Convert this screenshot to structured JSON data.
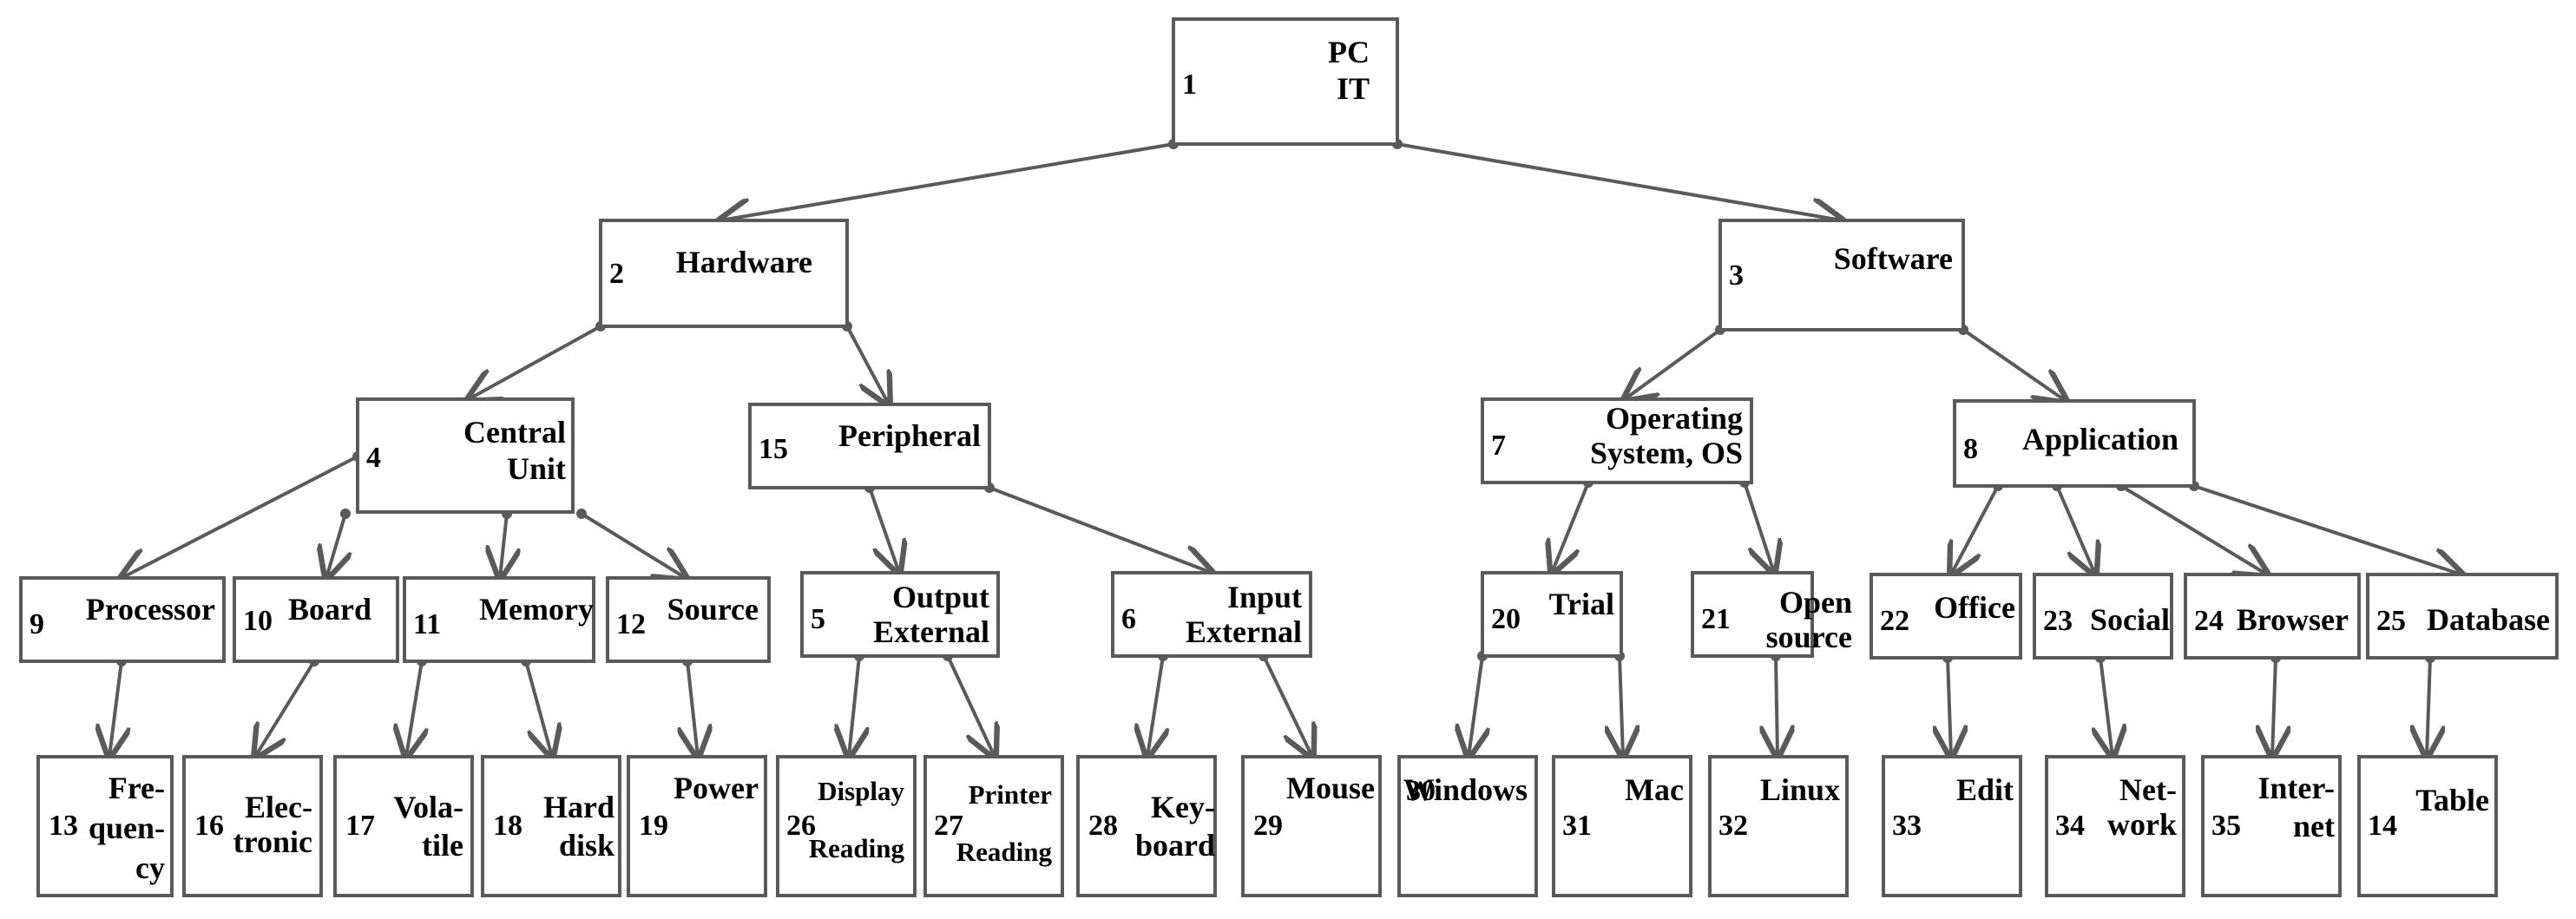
{
  "nodes": [
    {
      "id": "1",
      "label": [
        "PC",
        "IT"
      ]
    },
    {
      "id": "2",
      "label": [
        "Hardware"
      ]
    },
    {
      "id": "3",
      "label": [
        "Software"
      ]
    },
    {
      "id": "4",
      "label": [
        "Central",
        "Unit"
      ]
    },
    {
      "id": "15",
      "label": [
        "Peripheral"
      ]
    },
    {
      "id": "7",
      "label": [
        "Operating",
        "System, OS"
      ]
    },
    {
      "id": "8",
      "label": [
        "Application"
      ]
    },
    {
      "id": "9",
      "label": [
        "Processor"
      ]
    },
    {
      "id": "10",
      "label": [
        "Board"
      ]
    },
    {
      "id": "11",
      "label": [
        "Memory"
      ]
    },
    {
      "id": "12",
      "label": [
        "Source"
      ]
    },
    {
      "id": "5",
      "label": [
        "Output",
        "External"
      ]
    },
    {
      "id": "6",
      "label": [
        "Input",
        "External"
      ]
    },
    {
      "id": "20",
      "label": [
        "Trial"
      ]
    },
    {
      "id": "21",
      "label": [
        "Open",
        "source"
      ]
    },
    {
      "id": "22",
      "label": [
        "Office"
      ]
    },
    {
      "id": "23",
      "label": [
        "Social"
      ]
    },
    {
      "id": "24",
      "label": [
        "Browser"
      ]
    },
    {
      "id": "25",
      "label": [
        "Database"
      ]
    },
    {
      "id": "13",
      "label": [
        "Fre-",
        "quen-",
        "cy"
      ]
    },
    {
      "id": "16",
      "label": [
        "Elec-",
        "tronic"
      ]
    },
    {
      "id": "17",
      "label": [
        "Vola-",
        "tile"
      ]
    },
    {
      "id": "18",
      "label": [
        "Hard",
        "disk"
      ]
    },
    {
      "id": "19",
      "label": [
        "Power"
      ]
    },
    {
      "id": "26",
      "label": [
        "Display",
        "Reading"
      ]
    },
    {
      "id": "27",
      "label": [
        "Printer",
        "Reading"
      ]
    },
    {
      "id": "28",
      "label": [
        "Key-",
        "board"
      ]
    },
    {
      "id": "29",
      "label": [
        "Mouse"
      ]
    },
    {
      "id": "30",
      "label": [
        "Windows"
      ]
    },
    {
      "id": "31",
      "label": [
        "Mac"
      ]
    },
    {
      "id": "32",
      "label": [
        "Linux"
      ]
    },
    {
      "id": "33",
      "label": [
        "Edit"
      ]
    },
    {
      "id": "34",
      "label": [
        "Net-",
        "work"
      ]
    },
    {
      "id": "35",
      "label": [
        "Inter-",
        "net"
      ]
    },
    {
      "id": "14",
      "label": [
        "Table"
      ]
    }
  ],
  "edges": [
    [
      "1",
      "2"
    ],
    [
      "1",
      "3"
    ],
    [
      "2",
      "4"
    ],
    [
      "2",
      "15"
    ],
    [
      "3",
      "7"
    ],
    [
      "3",
      "8"
    ],
    [
      "4",
      "9"
    ],
    [
      "4",
      "10"
    ],
    [
      "4",
      "11"
    ],
    [
      "4",
      "12"
    ],
    [
      "15",
      "5"
    ],
    [
      "15",
      "6"
    ],
    [
      "7",
      "20"
    ],
    [
      "7",
      "21"
    ],
    [
      "8",
      "22"
    ],
    [
      "8",
      "23"
    ],
    [
      "8",
      "24"
    ],
    [
      "8",
      "25"
    ],
    [
      "9",
      "13"
    ],
    [
      "10",
      "16"
    ],
    [
      "11",
      "17"
    ],
    [
      "11",
      "18"
    ],
    [
      "12",
      "19"
    ],
    [
      "5",
      "26"
    ],
    [
      "5",
      "27"
    ],
    [
      "6",
      "28"
    ],
    [
      "6",
      "29"
    ],
    [
      "20",
      "30"
    ],
    [
      "20",
      "31"
    ],
    [
      "21",
      "32"
    ],
    [
      "22",
      "33"
    ],
    [
      "23",
      "34"
    ],
    [
      "24",
      "35"
    ],
    [
      "25",
      "14"
    ]
  ]
}
